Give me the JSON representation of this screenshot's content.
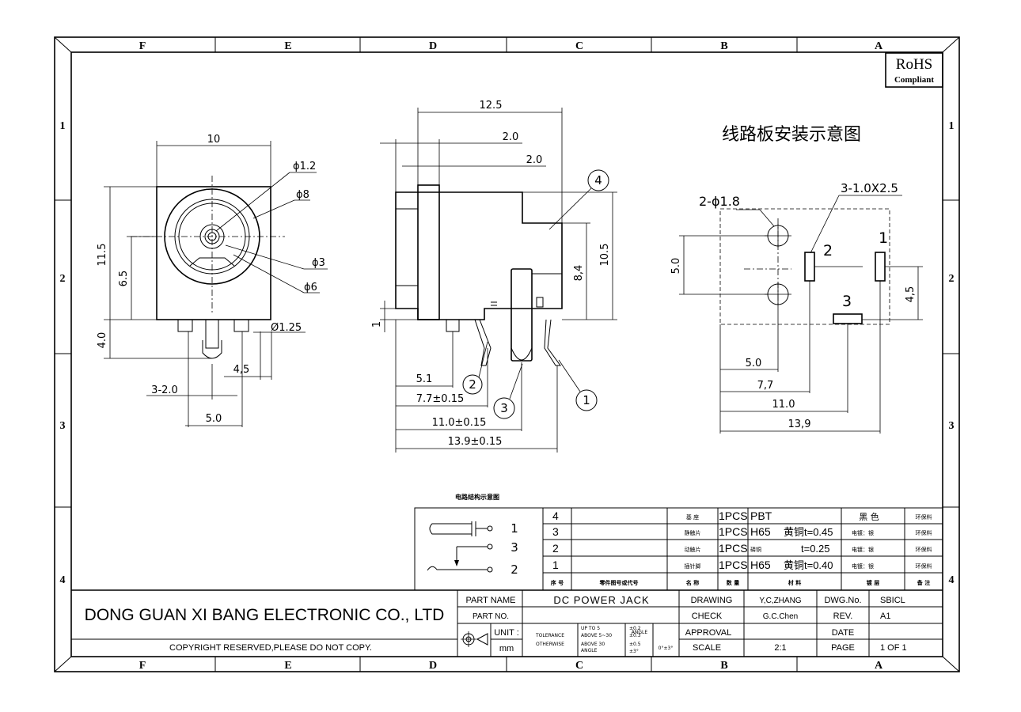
{
  "border": {
    "columns": [
      "F",
      "E",
      "D",
      "C",
      "B",
      "A"
    ],
    "rows": [
      "1",
      "2",
      "3",
      "4"
    ]
  },
  "rohs": {
    "line1": "RoHS",
    "line2": "Compliant"
  },
  "front_view": {
    "dim_width": "10",
    "dim_phi12": "ϕ1.2",
    "dim_phi8": "ϕ8",
    "dim_phi3": "ϕ3",
    "dim_phi6": "ϕ6",
    "dim_height": "11.5",
    "dim_center": "6.5",
    "dim_pin": "4.0",
    "dim_pin_dia": "Ø1.25",
    "dim_45": "4,5",
    "dim_slots": "3-2.0",
    "dim_50": "5.0"
  },
  "side_view": {
    "dim_125": "12.5",
    "dim_20a": "2.0",
    "dim_20b": "2.0",
    "dim_105": "10.5",
    "dim_84": "8,4",
    "dim_1": "1",
    "dim_51": "5.1",
    "dim_77": "7.7±0.15",
    "dim_110": "11.0±0.15",
    "dim_139": "13.9±0.15",
    "callout_1": "1",
    "callout_2": "2",
    "callout_3": "3",
    "callout_4": "4"
  },
  "pcb_layout": {
    "title": "线路板安装示意图",
    "holes_label": "2-ϕ1.8",
    "slots_label": "3-1.0X2.5",
    "pin1": "1",
    "pin2": "2",
    "pin3": "3",
    "dim_50v": "5.0",
    "dim_45v": "4,5",
    "dim_50": "5.0",
    "dim_77": "7,7",
    "dim_110": "11.0",
    "dim_139": "13,9"
  },
  "circuit": {
    "title": "电路结构示意图",
    "pins": [
      "1",
      "3",
      "2"
    ]
  },
  "bom": {
    "rows": [
      {
        "no": "4",
        "code": "",
        "name": "基 座",
        "qty": "1PCS",
        "material": "PBT",
        "material_note": "",
        "finish": "黑 色",
        "note": "环保料"
      },
      {
        "no": "3",
        "code": "",
        "name": "静触片",
        "qty": "1PCS",
        "material": "H65",
        "material_note": "黄铜t=0.45",
        "finish": "电镀：银",
        "note": "环保料"
      },
      {
        "no": "2",
        "code": "",
        "name": "动触片",
        "qty": "1PCS",
        "material": "磷铜",
        "material_note": "t=0.25",
        "finish": "电镀：银",
        "note": "环保料"
      },
      {
        "no": "1",
        "code": "",
        "name": "插针脚",
        "qty": "1PCS",
        "material": "H65",
        "material_note": "黄铜t=0.40",
        "finish": "电镀：银",
        "note": "环保料"
      }
    ],
    "header": {
      "no": "序 号",
      "code": "零件图号或代号",
      "name": "名 称",
      "qty": "数 量",
      "material": "材 料",
      "finish": "镀 层",
      "note": "备 注"
    }
  },
  "title_block": {
    "company": "DONG GUAN XI BANG ELECTRONIC CO., LTD",
    "copyright": "COPYRIGHT RESERVED,PLEASE DO NOT COPY.",
    "part_name_label": "PART NAME",
    "part_name": "DC POWER JACK",
    "part_no_label": "PART NO.",
    "unit_label": "UNIT :",
    "unit": "mm",
    "tolerance_label": "TOLERANCE",
    "otherwise_label": "OTHERWISE",
    "tol_1_label": "UP TO 5",
    "tol_1": "±0.2",
    "tol_2_label": "ABOVE 5~30",
    "tol_2": "±0.3",
    "tol_3_label": "ABOVE 30",
    "tol_3": "±0.5",
    "tol_4_label": "ANGLE",
    "tol_4": "±3°",
    "angle_label": "ANGLE",
    "angle_value": "0°±3°",
    "drawing_label": "DRAWING",
    "drawing": "Y,C,ZHANG",
    "check_label": "CHECK",
    "check": "G.C.Chen",
    "approval_label": "APPROVAL",
    "approval": "",
    "scale_label": "SCALE",
    "scale": "2:1",
    "dwg_label": "DWG.No.",
    "dwg": "SBICL",
    "rev_label": "REV.",
    "rev": "A1",
    "date_label": "DATE",
    "date": "",
    "page_label": "PAGE",
    "page": "1 OF 1"
  }
}
